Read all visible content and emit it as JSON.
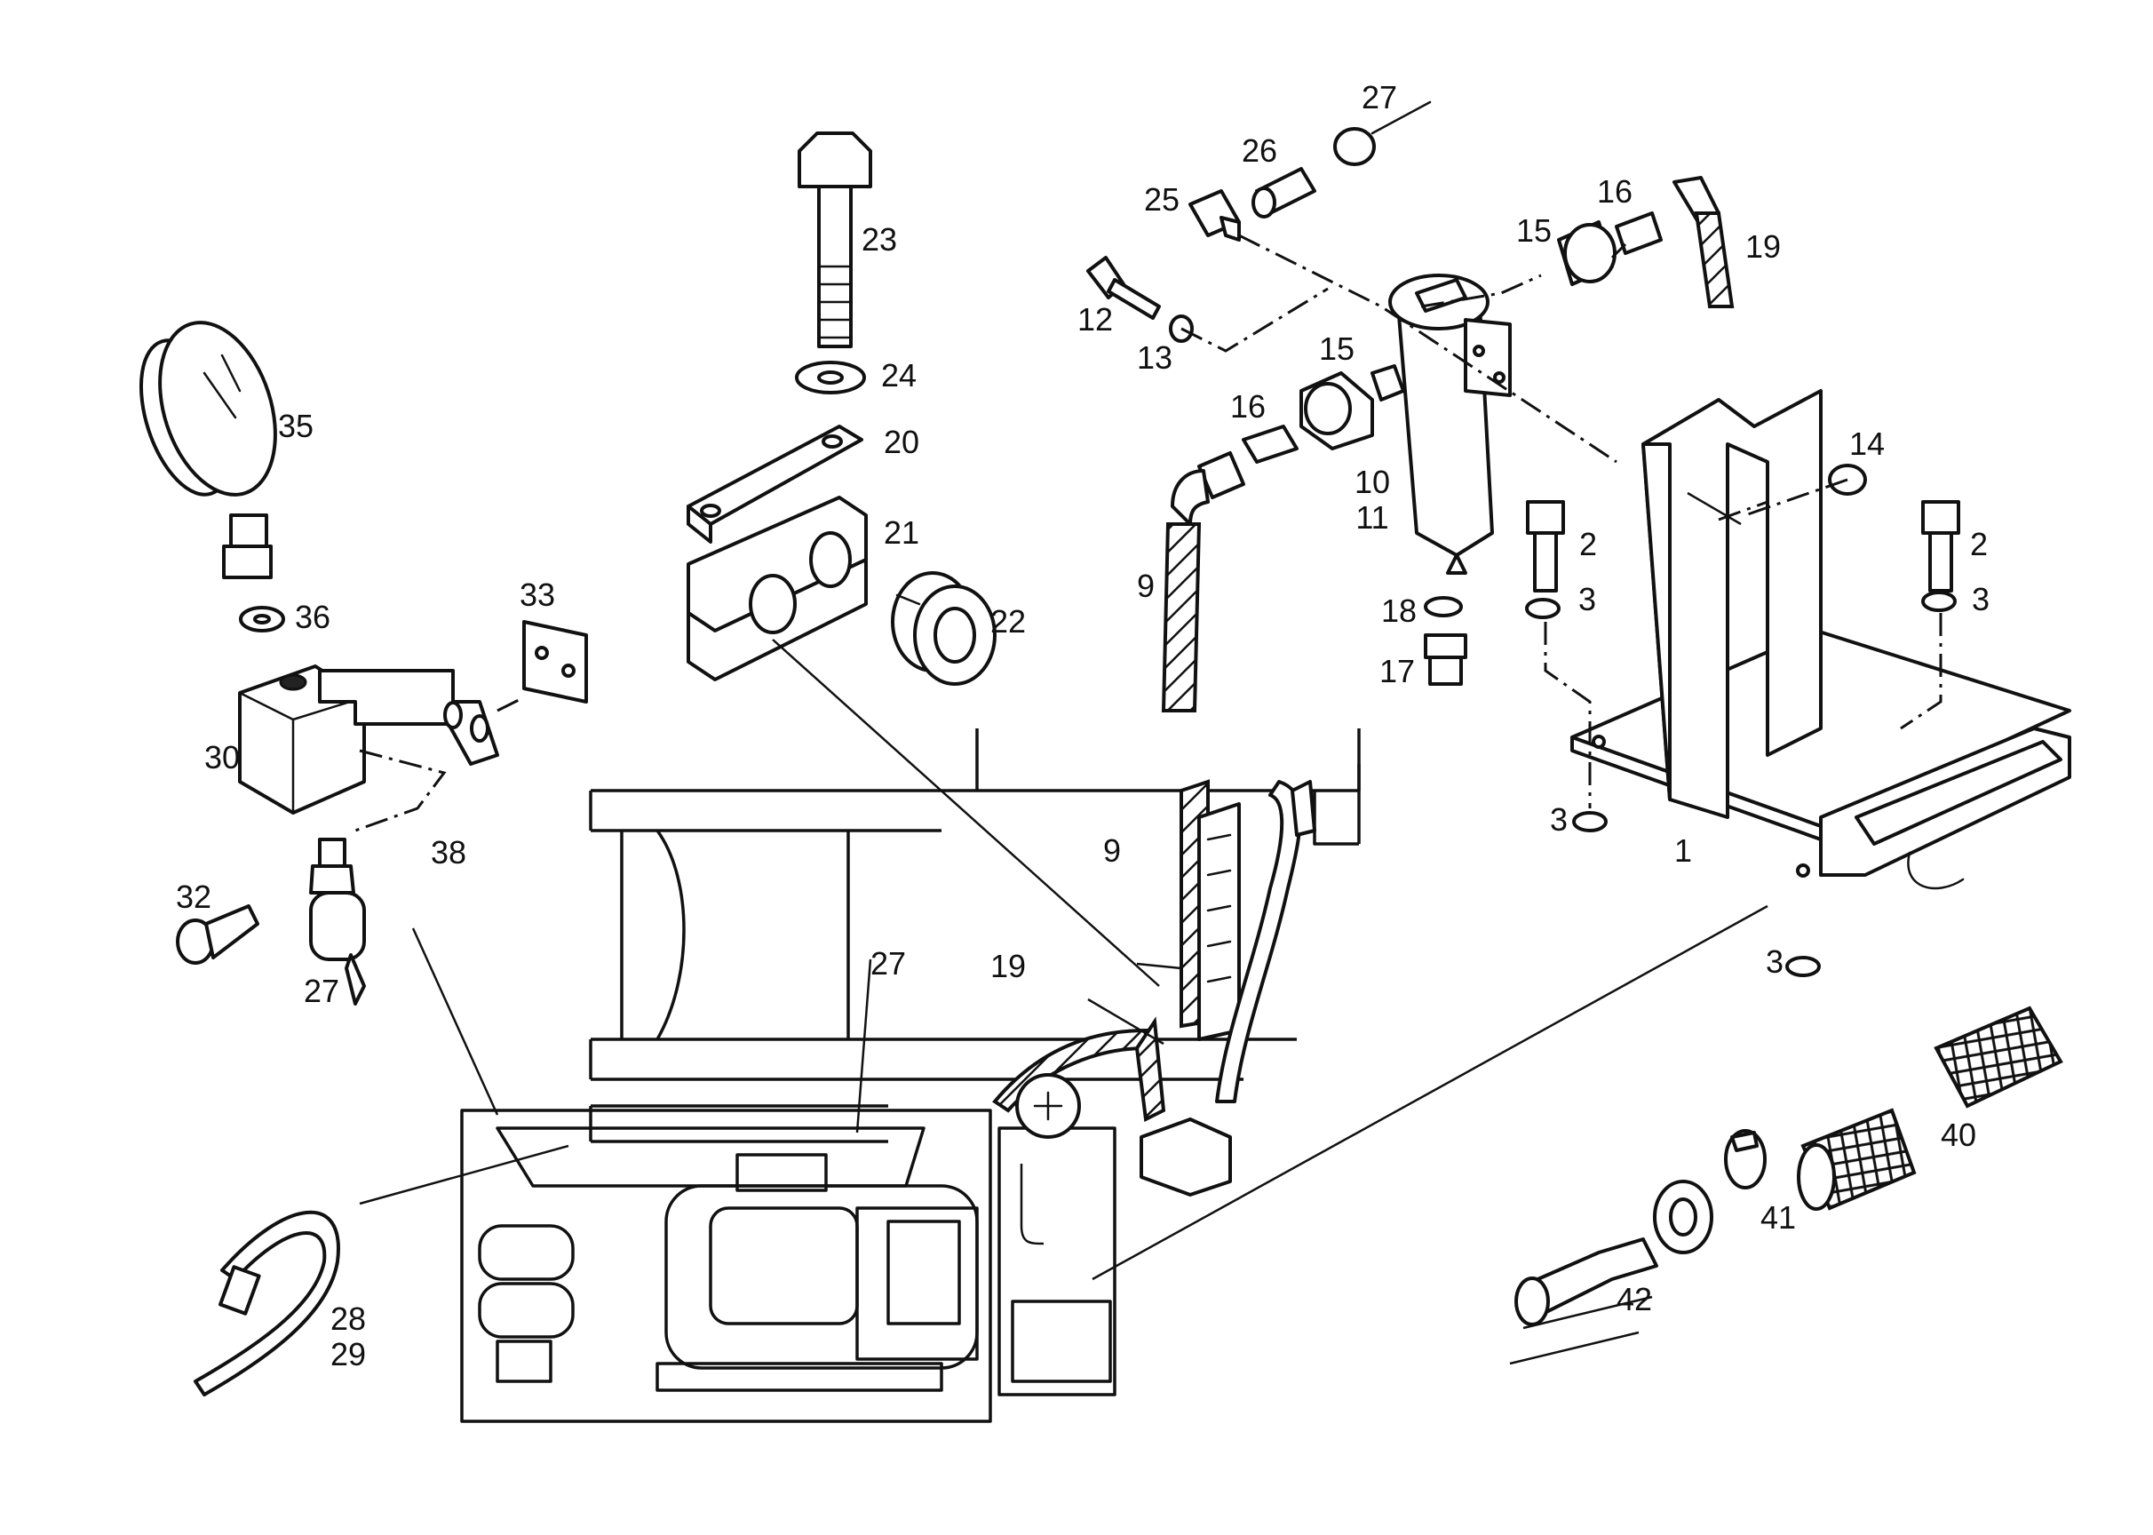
{
  "diagram": {
    "callouts": [
      {
        "id": "1",
        "text": "1"
      },
      {
        "id": "2a",
        "text": "2"
      },
      {
        "id": "2b",
        "text": "2"
      },
      {
        "id": "3a",
        "text": "3"
      },
      {
        "id": "3b",
        "text": "3"
      },
      {
        "id": "3c",
        "text": "3"
      },
      {
        "id": "3d",
        "text": "3"
      },
      {
        "id": "9a",
        "text": "9"
      },
      {
        "id": "9b",
        "text": "9"
      },
      {
        "id": "10",
        "text": "10"
      },
      {
        "id": "11",
        "text": "11"
      },
      {
        "id": "12",
        "text": "12"
      },
      {
        "id": "13",
        "text": "13"
      },
      {
        "id": "14",
        "text": "14"
      },
      {
        "id": "15a",
        "text": "15"
      },
      {
        "id": "15b",
        "text": "15"
      },
      {
        "id": "16a",
        "text": "16"
      },
      {
        "id": "16b",
        "text": "16"
      },
      {
        "id": "17",
        "text": "17"
      },
      {
        "id": "18",
        "text": "18"
      },
      {
        "id": "19a",
        "text": "19"
      },
      {
        "id": "19b",
        "text": "19"
      },
      {
        "id": "20",
        "text": "20"
      },
      {
        "id": "21",
        "text": "21"
      },
      {
        "id": "22",
        "text": "22"
      },
      {
        "id": "23",
        "text": "23"
      },
      {
        "id": "24",
        "text": "24"
      },
      {
        "id": "25",
        "text": "25"
      },
      {
        "id": "26",
        "text": "26"
      },
      {
        "id": "27a",
        "text": "27"
      },
      {
        "id": "27b",
        "text": "27"
      },
      {
        "id": "27c",
        "text": "27"
      },
      {
        "id": "28",
        "text": "28"
      },
      {
        "id": "29",
        "text": "29"
      },
      {
        "id": "30",
        "text": "30"
      },
      {
        "id": "32",
        "text": "32"
      },
      {
        "id": "33",
        "text": "33"
      },
      {
        "id": "35",
        "text": "35"
      },
      {
        "id": "36",
        "text": "36"
      },
      {
        "id": "38",
        "text": "38"
      },
      {
        "id": "40",
        "text": "40"
      },
      {
        "id": "41",
        "text": "41"
      },
      {
        "id": "42",
        "text": "42"
      }
    ]
  }
}
